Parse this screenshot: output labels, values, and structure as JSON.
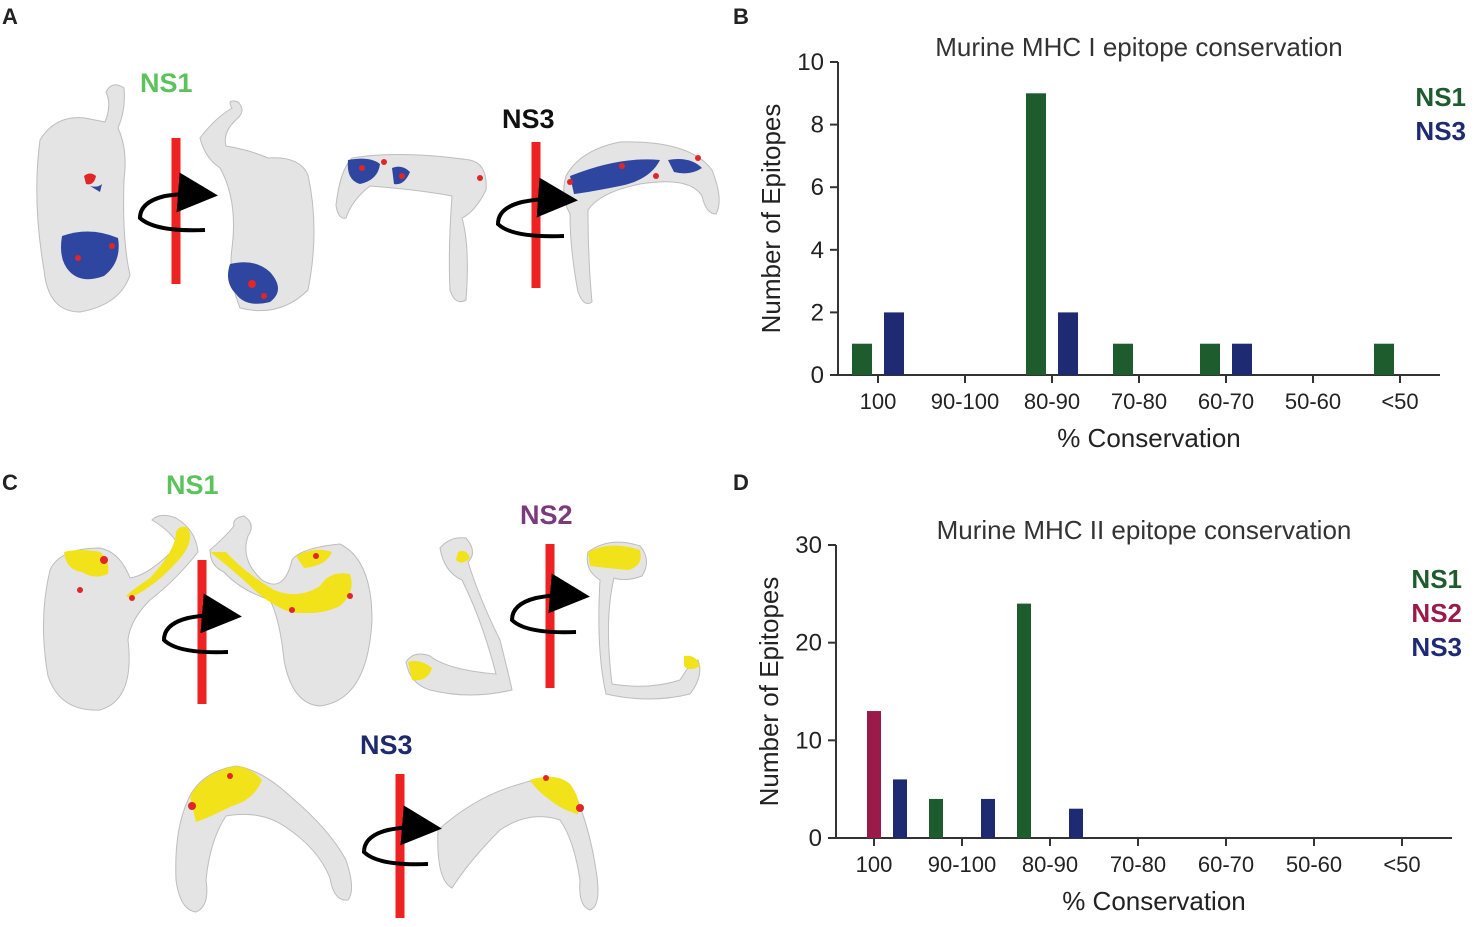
{
  "panels": {
    "a": {
      "letter": "A",
      "titles": [
        "NS1",
        "NS3"
      ]
    },
    "b": {
      "letter": "B"
    },
    "c": {
      "letter": "C",
      "titles": [
        "NS1",
        "NS2",
        "NS3"
      ]
    },
    "d": {
      "letter": "D"
    }
  },
  "colors": {
    "ns1_title": "#5cc35c",
    "ns2_title": "#7b3a7e",
    "ns3_title_a": "#111111",
    "ns3_title_c": "#1e2a6e",
    "ns1_bar": "#1e5c2e",
    "ns2_bar": "#9a1a4a",
    "ns3_bar": "#1e2a72",
    "surface": "#e4e4e4",
    "epitope_blue": "#2f46a0",
    "epitope_red": "#e02626",
    "epitope_yellow": "#f2e21a",
    "axis_red": "#ee2222"
  },
  "icons": [
    "rotation-arrow-icon"
  ],
  "chart_data": [
    {
      "type": "bar",
      "title": "Murine MHC I epitope conservation",
      "xlabel": "% Conservation",
      "ylabel": "Number of Epitopes",
      "categories": [
        "100",
        "90-100",
        "80-90",
        "70-80",
        "60-70",
        "50-60",
        "<50"
      ],
      "ylim": [
        0,
        10
      ],
      "yticks": [
        "0",
        "2",
        "4",
        "6",
        "8",
        "10"
      ],
      "legend_position": "top-right",
      "series": [
        {
          "name": "NS1",
          "color": "#1e5c2e",
          "values": [
            1,
            0,
            9,
            1,
            1,
            0,
            1
          ]
        },
        {
          "name": "NS3",
          "color": "#1e2a72",
          "values": [
            2,
            0,
            2,
            0,
            1,
            0,
            0
          ]
        }
      ]
    },
    {
      "type": "bar",
      "title": "Murine MHC II epitope conservation",
      "xlabel": "% Conservation",
      "ylabel": "Number of Epitopes",
      "categories": [
        "100",
        "90-100",
        "80-90",
        "70-80",
        "60-70",
        "50-60",
        "<50"
      ],
      "ylim": [
        0,
        30
      ],
      "yticks": [
        "0",
        "10",
        "20",
        "30"
      ],
      "legend_position": "top-right",
      "series": [
        {
          "name": "NS1",
          "color": "#1e5c2e",
          "values": [
            0,
            4,
            24,
            0,
            0,
            0,
            0
          ]
        },
        {
          "name": "NS2",
          "color": "#9a1a4a",
          "values": [
            13,
            0,
            0,
            0,
            0,
            0,
            0
          ]
        },
        {
          "name": "NS3",
          "color": "#1e2a72",
          "values": [
            6,
            4,
            3,
            0,
            0,
            0,
            0
          ]
        }
      ]
    }
  ]
}
